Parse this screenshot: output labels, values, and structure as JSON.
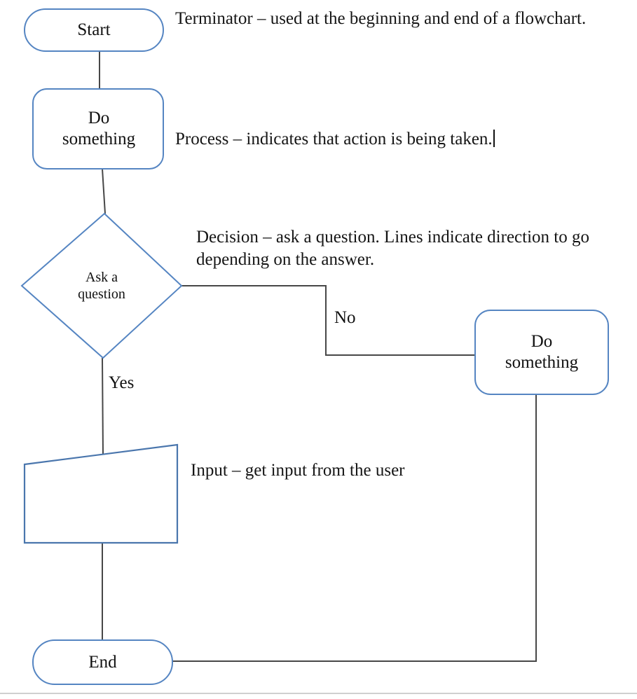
{
  "colors": {
    "shape-border": "#5585c2",
    "input-border": "#4a76ad",
    "connector": "#474747",
    "text": "#1b1b1b",
    "bottom-line": "#cfcfcf"
  },
  "shapes": {
    "start": {
      "type": "terminator",
      "label": "Start"
    },
    "process_top": {
      "type": "process",
      "label": "Do something"
    },
    "decision": {
      "type": "decision",
      "label": "Ask a question"
    },
    "process_right": {
      "type": "process",
      "label": "Do something"
    },
    "input": {
      "type": "input",
      "label": ""
    },
    "end": {
      "type": "terminator",
      "label": "End"
    }
  },
  "edge_labels": {
    "yes": "Yes",
    "no": "No"
  },
  "annotations": {
    "terminator": "Terminator – used at the beginning and end of a flowchart.",
    "process": "Process – indicates that action is being taken.",
    "decision": "Decision – ask a question. Lines indicate direction to go depending on the answer.",
    "input": "Input – get input from the user"
  }
}
